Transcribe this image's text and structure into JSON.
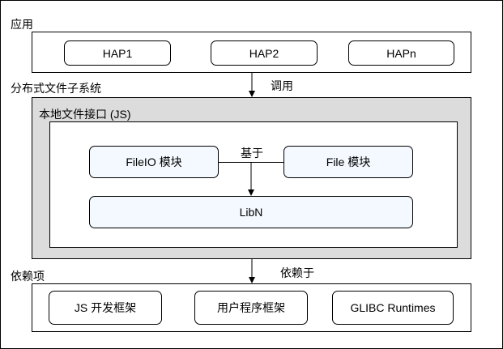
{
  "app": {
    "label": "应用",
    "items": [
      "HAP1",
      "HAP2",
      "HAPn"
    ]
  },
  "edge_call": "调用",
  "fs": {
    "label": "分布式文件子系统",
    "inner_label": "本地文件接口 (JS)",
    "fileio": "FileIO 模块",
    "file": "File 模块",
    "based_on": "基于",
    "libn": "LibN"
  },
  "edge_depends": "依赖于",
  "deps": {
    "label": "依赖项",
    "items": [
      "JS 开发框架",
      "用户程序框架",
      "GLIBC Runtimes"
    ]
  },
  "colors": {
    "module_fill": "#f3f9fe",
    "group_fill": "#dcdcdc"
  }
}
